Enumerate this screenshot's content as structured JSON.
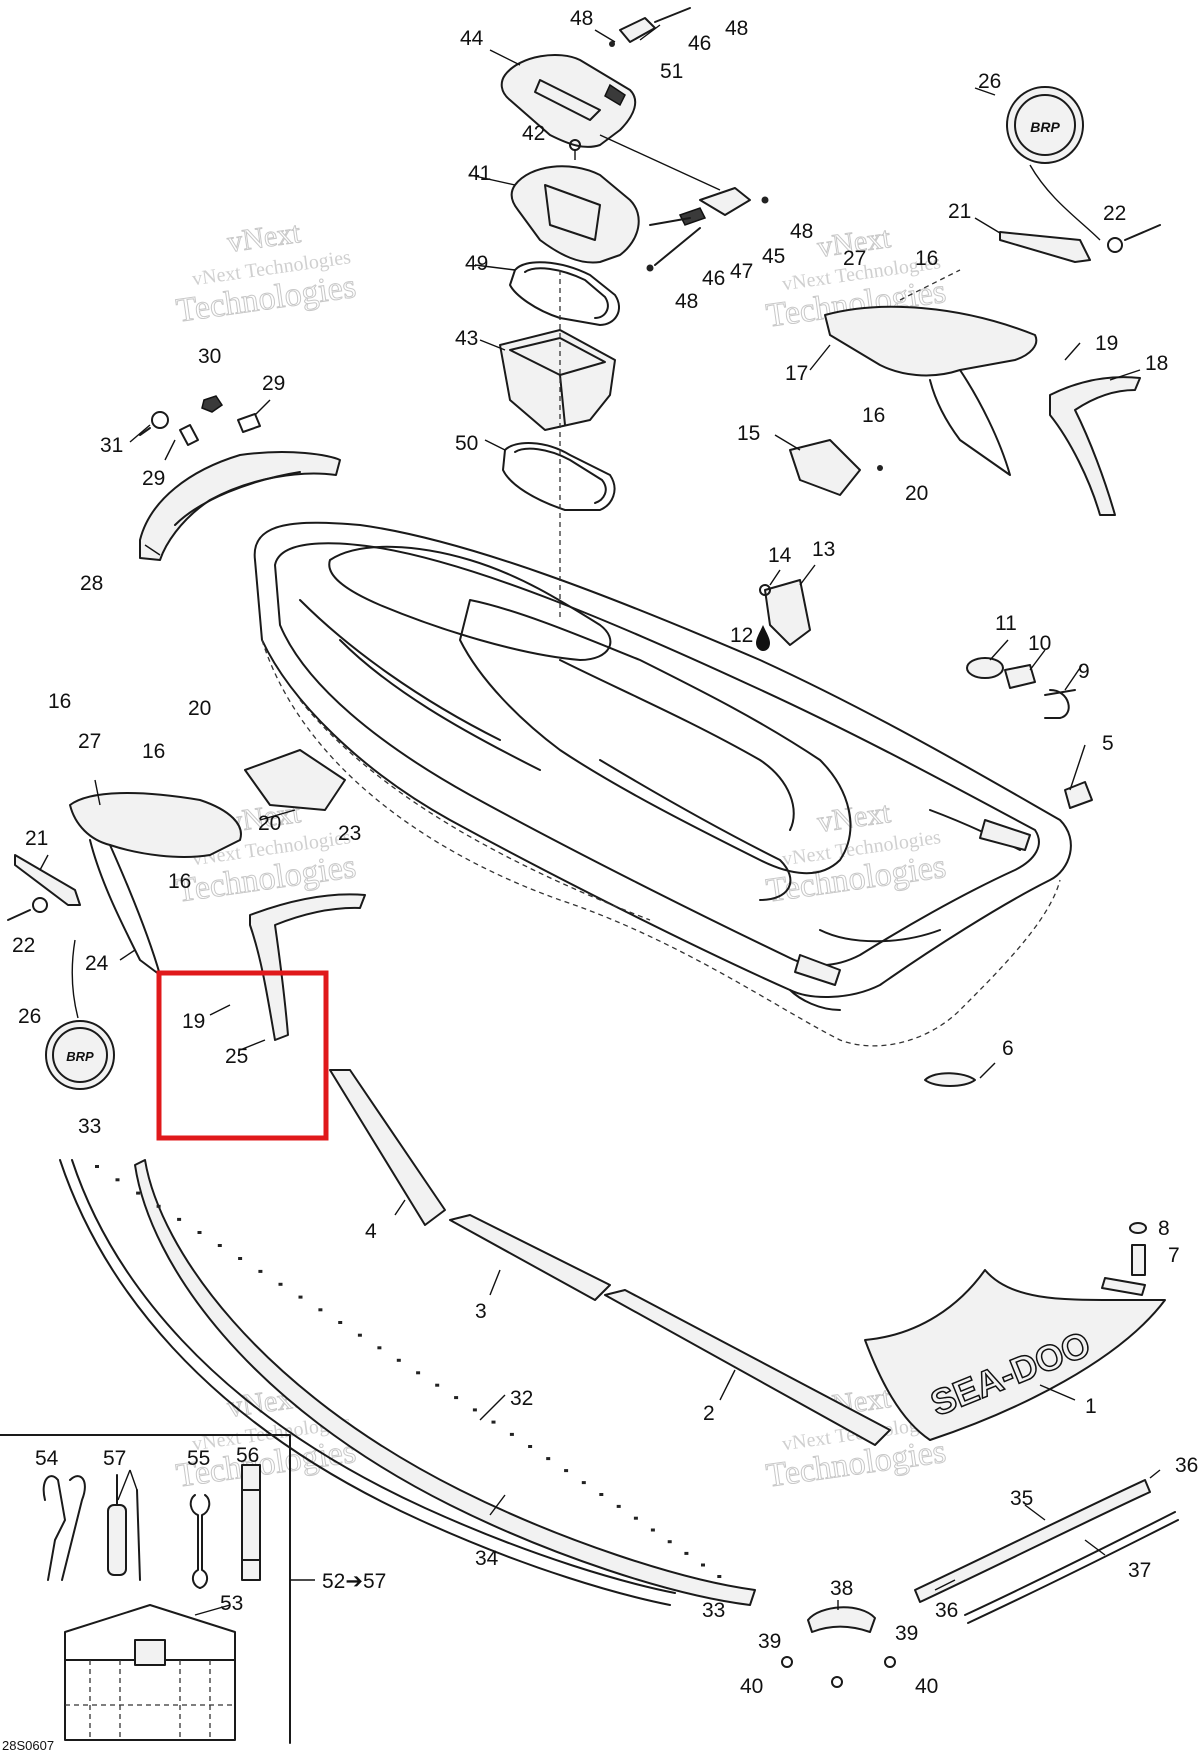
{
  "diagram": {
    "drawing_code": "28S0607",
    "watermark_line1": "vNext Technologies",
    "watermark_line2": "vNext",
    "watermark_line3": "Technologies",
    "tool_kit_label": "52➔57",
    "decal_lettering": "SEA-DOO",
    "emblem_lettering": "BRP",
    "callouts": {
      "c1": "1",
      "c2": "2",
      "c3": "3",
      "c4": "4",
      "c5": "5",
      "c6": "6",
      "c7": "7",
      "c8": "8",
      "c9": "9",
      "c10": "10",
      "c11": "11",
      "c12": "12",
      "c13": "13",
      "c14": "14",
      "c15": "15",
      "c16a": "16",
      "c16b": "16",
      "c16c": "16",
      "c16d": "16",
      "c16e": "16",
      "c17": "17",
      "c18": "18",
      "c19a": "19",
      "c19b": "19",
      "c20a": "20",
      "c20b": "20",
      "c20c": "20",
      "c21a": "21",
      "c21b": "21",
      "c22a": "22",
      "c22b": "22",
      "c23": "23",
      "c24": "24",
      "c25": "25",
      "c26a": "26",
      "c26b": "26",
      "c27a": "27",
      "c27b": "27",
      "c28": "28",
      "c29a": "29",
      "c29b": "29",
      "c30": "30",
      "c31": "31",
      "c32": "32",
      "c33a": "33",
      "c33b": "33",
      "c34": "34",
      "c35": "35",
      "c36a": "36",
      "c36b": "36",
      "c37": "37",
      "c38": "38",
      "c39a": "39",
      "c39b": "39",
      "c40a": "40",
      "c40b": "40",
      "c41": "41",
      "c42": "42",
      "c43": "43",
      "c44": "44",
      "c45": "45",
      "c46a": "46",
      "c46b": "46",
      "c47": "47",
      "c48a": "48",
      "c48b": "48",
      "c48c": "48",
      "c48d": "48",
      "c49": "49",
      "c50": "50",
      "c51": "51",
      "c53": "53",
      "c54": "54",
      "c55": "55",
      "c56": "56",
      "c57": "57"
    },
    "colors": {
      "line": "#1a1a1a",
      "highlight_box": "#e0191b",
      "watermark": "#c8c8c8"
    },
    "icons": {
      "drop": "oil-drop-icon"
    }
  }
}
